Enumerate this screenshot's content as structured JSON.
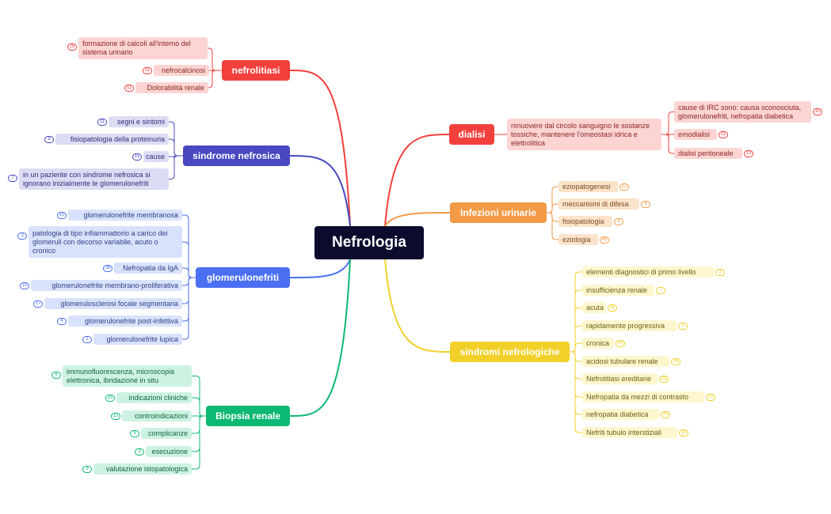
{
  "root": {
    "label": "Nefrologia"
  },
  "colors": {
    "nefrolitiasi": {
      "main": "#f2403c",
      "leaf": "#fcd5d3",
      "line": "#f2403c",
      "text": "#8a2523"
    },
    "sindrome_nefrosica": {
      "main": "#4848c0",
      "leaf": "#dcdcf4",
      "line": "#4848c0",
      "text": "#2e2e7a"
    },
    "glomerulonefriti": {
      "main": "#4a6ff2",
      "leaf": "#d9e2fc",
      "line": "#4a6ff2",
      "text": "#2d3f86"
    },
    "biopsia": {
      "main": "#0cb874",
      "leaf": "#cdf2e2",
      "line": "#0cb874",
      "text": "#11643e"
    },
    "dialisi": {
      "main": "#f2403c",
      "leaf": "#fcd5d3",
      "line": "#f2403c",
      "text": "#8a2523"
    },
    "infezioni": {
      "main": "#f29a46",
      "leaf": "#fce3cc",
      "line": "#f29a46",
      "text": "#7a4b1c"
    },
    "sindromi": {
      "main": "#f2d02a",
      "leaf": "#fdf6cf",
      "line": "#f2d02a",
      "text": "#6d5f10"
    }
  },
  "branches": [
    {
      "id": "nefrolitiasi",
      "label": "nefrolitiasi",
      "items": [
        {
          "text": "formazione di calcoli all'interno del sistema urinario",
          "badge": "28"
        },
        {
          "text": "nefrocalcinosi",
          "badge": "11"
        },
        {
          "text": "Dolorabilità renale",
          "badge": "11"
        }
      ]
    },
    {
      "id": "sindrome_nefrosica",
      "label": "sindrome nefrosica",
      "items": [
        {
          "text": "segni e sintomi",
          "badge": "11"
        },
        {
          "text": "fisiopatologia della proteinuria",
          "badge": "9"
        },
        {
          "text": "cause",
          "badge": "15"
        },
        {
          "text": "in un paziente con sindrome nefrosica si ignorano inizialmente le glomerulonefriti",
          "badge": "7"
        }
      ]
    },
    {
      "id": "glomerulonefriti",
      "label": "glomerulonefriti",
      "items": [
        {
          "text": "glomerulonefrite membranosa",
          "badge": "10"
        },
        {
          "text": "patologia di tipo infiammattorio a carico dei glomeruli con decorso variabile, acuto o cronico",
          "badge": "3"
        },
        {
          "text": "Nefropatia da IgA",
          "badge": "38"
        },
        {
          "text": "glomerulonefrite membrano-proliferativa",
          "badge": "19"
        },
        {
          "text": "glomerulosclerosi focale segmentaria",
          "badge": "17"
        },
        {
          "text": "glomerulonefrite post-infettiva",
          "badge": "4"
        },
        {
          "text": "glomerulonefrite lupica",
          "badge": "1"
        }
      ]
    },
    {
      "id": "biopsia",
      "label": "Biopsia renale",
      "items": [
        {
          "text": "immunofluorescenza, microscopia elettronica, ibridazione in situ",
          "badge": "6"
        },
        {
          "text": "indicazioni cliniche",
          "badge": "15"
        },
        {
          "text": "controindicazioni",
          "badge": "12"
        },
        {
          "text": "complicanze",
          "badge": "9"
        },
        {
          "text": "esecuzione",
          "badge": "3"
        },
        {
          "text": "valutazione istopatologica",
          "badge": "9"
        }
      ]
    },
    {
      "id": "dialisi",
      "label": "dialisi",
      "middle": {
        "text": "rimuovere dal circolo sanguigno le sostanze tossiche, mantenere l'omeostasi idrica e elettrolitica"
      },
      "items": [
        {
          "text": "cause di IRC sono: causa sconosciuta, glomerulonefriti, nefropatia diabetica",
          "badge": "10"
        },
        {
          "text": "emodialisi",
          "badge": "11"
        },
        {
          "text": "dialisi peritoneale",
          "badge": "13"
        }
      ]
    },
    {
      "id": "infezioni",
      "label": "Infezioni urinarie",
      "items": [
        {
          "text": "eziopatogenesi",
          "badge": "12"
        },
        {
          "text": "meccanismi di difesa",
          "badge": "4"
        },
        {
          "text": "fisiopatologia",
          "badge": "6"
        },
        {
          "text": "eziologia",
          "badge": "46"
        }
      ]
    },
    {
      "id": "sindromi",
      "label": "sindromi nefrologiche",
      "items": [
        {
          "text": "elementi diagnostici di primo livello",
          "badge": "3"
        },
        {
          "text": "insufficienza renale",
          "badge": "7"
        },
        {
          "text": "acuta",
          "badge": "38"
        },
        {
          "text": "rapidamente progressiva",
          "badge": "3"
        },
        {
          "text": "cronica",
          "badge": "54"
        },
        {
          "text": "acidosi tubulare renale",
          "badge": "18"
        },
        {
          "text": "Nefrolitiasi ereditarie",
          "badge": "29"
        },
        {
          "text": "Nefropatia da mezzi di contrasto",
          "badge": "22"
        },
        {
          "text": "nefropatia diabetica",
          "badge": "34"
        },
        {
          "text": "Nefriti tubulo interstiziali",
          "badge": "16"
        }
      ]
    }
  ]
}
